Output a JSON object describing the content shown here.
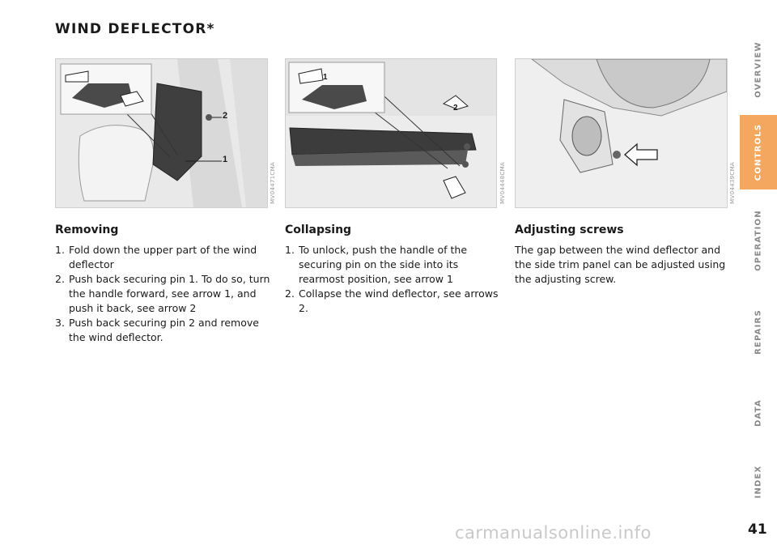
{
  "page": {
    "title": "WIND DEFLECTOR*",
    "page_number": "41",
    "watermark": "carmanualsonline.info"
  },
  "figures": [
    {
      "code": "MV04471CMA",
      "labels": [
        "1",
        "2"
      ]
    },
    {
      "code": "MV04448CMA",
      "labels": [
        "1",
        "2"
      ]
    },
    {
      "code": "MV04439CMA"
    }
  ],
  "sections": {
    "removing": {
      "heading": "Removing",
      "steps": [
        {
          "num": "1.",
          "text": "Fold down the upper part of the wind deflector"
        },
        {
          "num": "2.",
          "text": "Push back securing pin 1. To do so, turn the handle forward, see arrow 1, and push it back, see arrow 2"
        },
        {
          "num": "3.",
          "text": "Push back securing pin 2 and remove the wind deflector."
        }
      ]
    },
    "collapsing": {
      "heading": "Collapsing",
      "steps": [
        {
          "num": "1.",
          "text": "To unlock, push the handle of the securing pin on the side into its rearmost position, see arrow 1"
        },
        {
          "num": "2.",
          "text": "Collapse the wind deflector, see arrows 2."
        }
      ]
    },
    "adjusting": {
      "heading": "Adjusting screws",
      "text": "The gap between the wind deflector and the side trim panel can be adjusted using the adjusting screw."
    }
  },
  "sidebar": {
    "tabs": [
      "OVERVIEW",
      "CONTROLS",
      "OPERATION",
      "REPAIRS",
      "DATA",
      "INDEX"
    ],
    "active": "CONTROLS",
    "active_color": "#f4a85f"
  }
}
